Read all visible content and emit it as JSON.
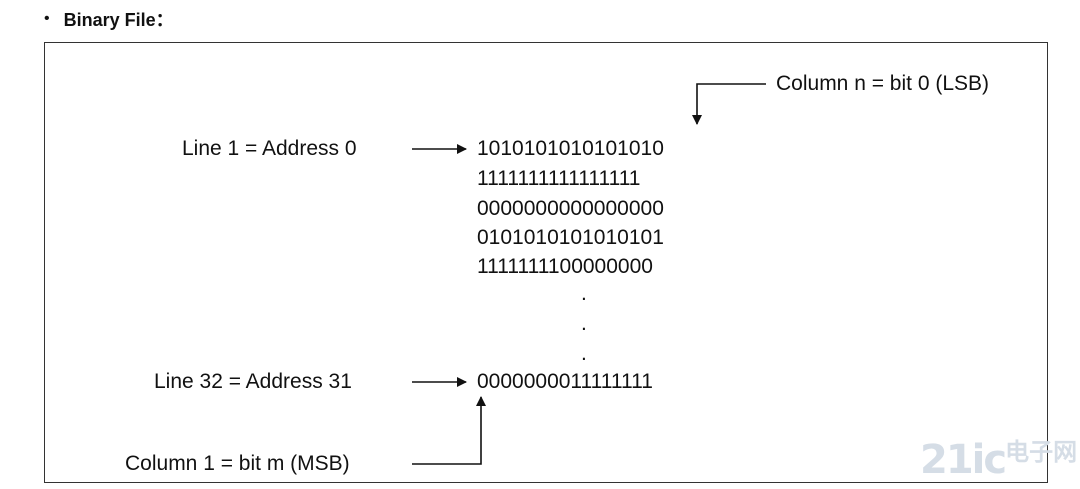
{
  "heading": {
    "bullet": "•",
    "title": "Binary File："
  },
  "diagram": {
    "column_n_label": "Column n = bit 0 (LSB)",
    "line1_label": "Line 1 = Address 0",
    "line32_label": "Line 32 = Address 31",
    "column1_label": "Column 1 = bit m (MSB)",
    "rows": [
      "1010101010101010",
      "1111111111111111",
      "0000000000000000",
      "0101010101010101",
      "1111111100000000"
    ],
    "ellipsis": ".",
    "last_row": "0000000011111111"
  },
  "watermark": {
    "text": "21ic",
    "suffix": "电子网"
  }
}
